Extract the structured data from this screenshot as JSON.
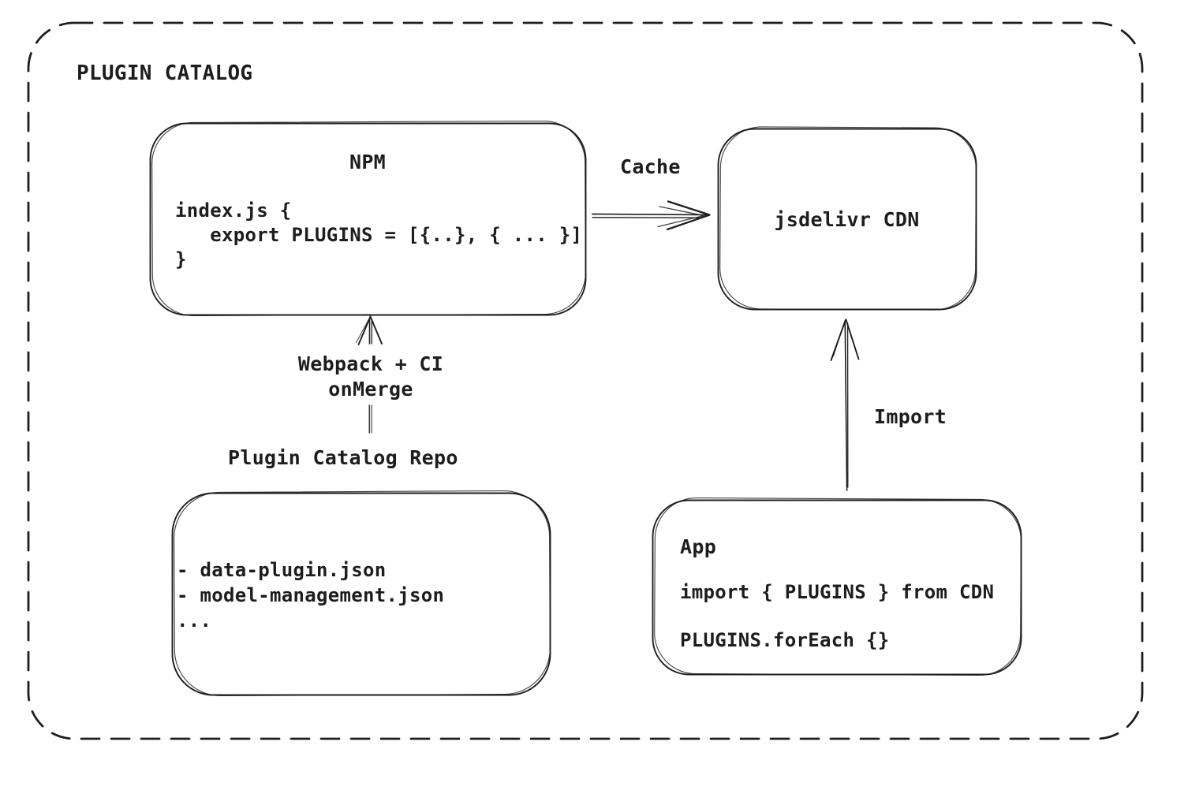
{
  "colors": {
    "stroke": "#1e1e1e",
    "text": "#1d1d1d",
    "background": "#ffffff"
  },
  "frame": {
    "title": "PLUGIN CATALOG"
  },
  "nodes": {
    "npm": {
      "title": "NPM",
      "code": "index.js {\n   export PLUGINS = [{..}, { ... }]\n}"
    },
    "cdn": {
      "label": "jsdelivr CDN"
    },
    "repo": {
      "label": "Plugin Catalog Repo",
      "files": "- data-plugin.json\n- model-management.json\n..."
    },
    "app": {
      "title": "App",
      "import_line": "import { PLUGINS } from CDN",
      "foreach_line": "PLUGINS.forEach {}"
    }
  },
  "edges": {
    "cache": {
      "label": "Cache",
      "from": "npm",
      "to": "cdn"
    },
    "build": {
      "label": "Webpack + CI\nonMerge",
      "from": "repo",
      "to": "npm"
    },
    "import": {
      "label": "Import",
      "from": "app",
      "to": "cdn"
    }
  }
}
